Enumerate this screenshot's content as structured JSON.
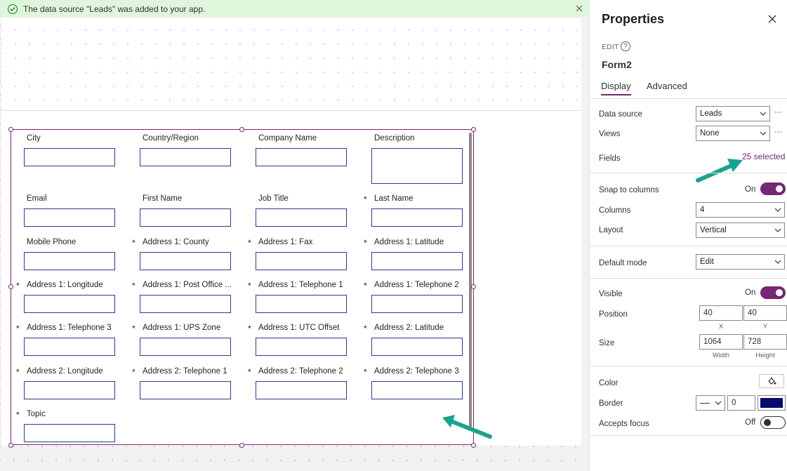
{
  "notification": {
    "message": "The data source \"Leads\" was added to your app."
  },
  "form": {
    "fields": [
      {
        "label": "City",
        "required": false,
        "tall": false
      },
      {
        "label": "Country/Region",
        "required": false,
        "tall": false
      },
      {
        "label": "Company Name",
        "required": false,
        "tall": false
      },
      {
        "label": "Description",
        "required": false,
        "tall": true
      },
      {
        "label": "Email",
        "required": false,
        "tall": false
      },
      {
        "label": "First Name",
        "required": false,
        "tall": false
      },
      {
        "label": "Job Title",
        "required": false,
        "tall": false
      },
      {
        "label": "Last Name",
        "required": true,
        "tall": false
      },
      {
        "label": "Mobile Phone",
        "required": false,
        "tall": false
      },
      {
        "label": "Address 1: County",
        "required": true,
        "tall": false
      },
      {
        "label": "Address 1: Fax",
        "required": true,
        "tall": false
      },
      {
        "label": "Address 1: Latitude",
        "required": true,
        "tall": false
      },
      {
        "label": "Address 1: Longitude",
        "required": true,
        "tall": false
      },
      {
        "label": "Address 1: Post Office ...",
        "required": true,
        "tall": false
      },
      {
        "label": "Address 1: Telephone 1",
        "required": true,
        "tall": false
      },
      {
        "label": "Address 1: Telephone 2",
        "required": true,
        "tall": false
      },
      {
        "label": "Address 1: Telephone 3",
        "required": true,
        "tall": false
      },
      {
        "label": "Address 1: UPS Zone",
        "required": true,
        "tall": false
      },
      {
        "label": "Address 1: UTC Offset",
        "required": true,
        "tall": false
      },
      {
        "label": "Address 2: Latitude",
        "required": true,
        "tall": false
      },
      {
        "label": "Address 2: Longitude",
        "required": true,
        "tall": false
      },
      {
        "label": "Address 2: Telephone 1",
        "required": true,
        "tall": false
      },
      {
        "label": "Address 2: Telephone 2",
        "required": true,
        "tall": false
      },
      {
        "label": "Address 2: Telephone 3",
        "required": true,
        "tall": false
      },
      {
        "label": "Topic",
        "required": true,
        "tall": false
      }
    ],
    "required_marker": "*"
  },
  "properties": {
    "title": "Properties",
    "mode_label": "EDIT",
    "help_icon": "?",
    "control_name": "Form2",
    "tabs": [
      {
        "label": "Display",
        "active": true
      },
      {
        "label": "Advanced",
        "active": false
      }
    ],
    "data_source": {
      "label": "Data source",
      "value": "Leads"
    },
    "views": {
      "label": "Views",
      "value": "None"
    },
    "more": "···",
    "fields": {
      "label": "Fields",
      "value": "25 selected"
    },
    "snap_to_columns": {
      "label": "Snap to columns",
      "state": "On"
    },
    "columns": {
      "label": "Columns",
      "value": "4"
    },
    "layout": {
      "label": "Layout",
      "value": "Vertical"
    },
    "default_mode": {
      "label": "Default mode",
      "value": "Edit"
    },
    "visible": {
      "label": "Visible",
      "state": "On"
    },
    "position": {
      "label": "Position",
      "x": "40",
      "y": "40",
      "x_label": "X",
      "y_label": "Y"
    },
    "size": {
      "label": "Size",
      "width": "1064",
      "height": "728",
      "width_label": "Width",
      "height_label": "Height"
    },
    "color": {
      "label": "Color"
    },
    "border": {
      "label": "Border",
      "width": "0",
      "color": "#0b0b6e"
    },
    "accepts_focus": {
      "label": "Accepts focus",
      "state": "Off"
    }
  },
  "colors": {
    "accent": "#742774",
    "success_bg": "#dff6dd",
    "success": "#107c10",
    "annotation_arrow": "#1aa38a"
  }
}
